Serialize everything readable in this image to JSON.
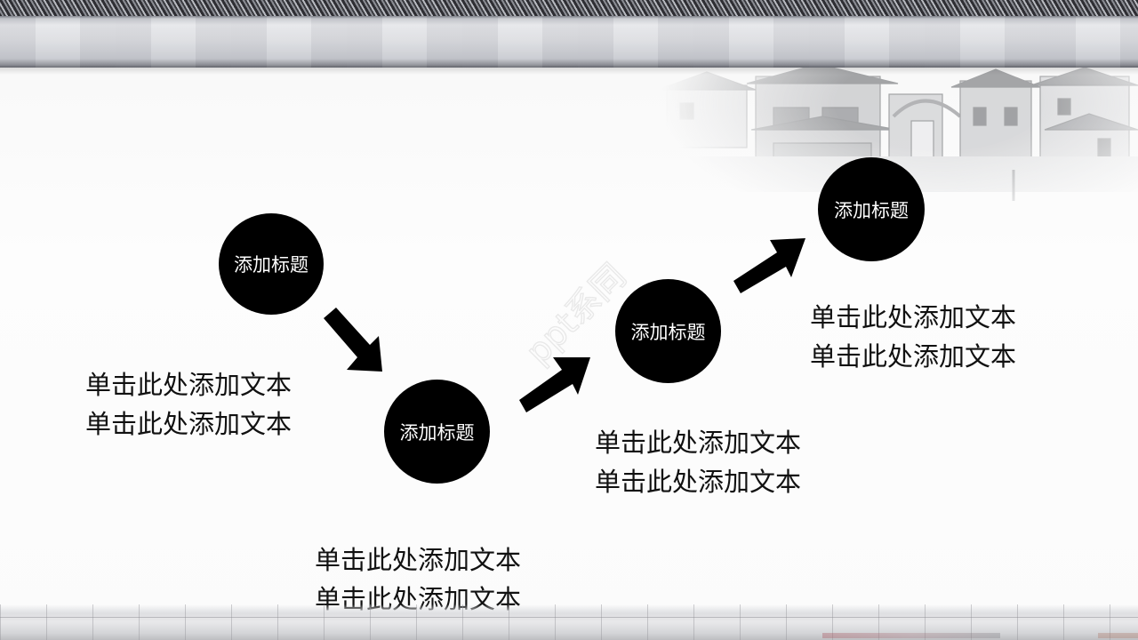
{
  "slide": {
    "steps": [
      {
        "title": "添加标题",
        "body_lines": [
          "单击此处添加文本",
          "单击此处添加文本"
        ]
      },
      {
        "title": "添加标题",
        "body_lines": [
          "单击此处添加文本",
          "单击此处添加文本"
        ]
      },
      {
        "title": "添加标题",
        "body_lines": [
          "单击此处添加文本",
          "单击此处添加文本"
        ]
      },
      {
        "title": "添加标题",
        "body_lines": [
          "单击此处添加文本",
          "单击此处添加文本"
        ]
      }
    ],
    "arrows": [
      "arrow-down-right-icon",
      "arrow-up-right-icon",
      "arrow-up-right-icon"
    ],
    "watermark": "ppt系同",
    "colors": {
      "node_fill": "#000000",
      "node_text": "#ffffff",
      "body_text": "#111111",
      "background": "#fbfbfb"
    }
  }
}
